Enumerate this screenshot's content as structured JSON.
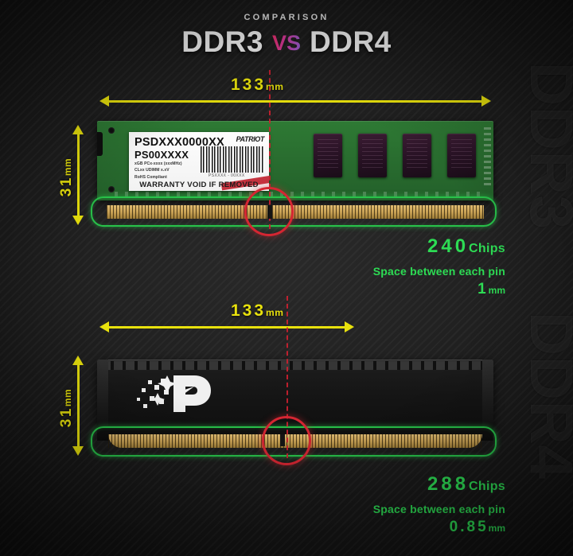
{
  "header": {
    "kicker": "COMPARISON",
    "left_word": "DDR3",
    "vs": "VS",
    "right_word": "DDR4"
  },
  "watermarks": {
    "top": "DDR3",
    "bottom": "DDR4"
  },
  "colors": {
    "dimension_yellow": "#e8e10d",
    "annotation_green": "#2ddc54",
    "highlight_green": "#28c24a",
    "marker_red": "#d52632",
    "background": "#151515",
    "pcb_green": "#2a6f30",
    "pin_gold": "#c9a255"
  },
  "ddr3": {
    "width_value": "133",
    "width_unit": "mm",
    "height_value": "31",
    "height_unit": "mm",
    "chips_count": "240",
    "chips_word": "Chips",
    "pin_space_label": "Space between each pin",
    "pin_space_value": "1",
    "pin_space_unit": "mm",
    "sticker": {
      "part_number": "PSDXXX0000XX",
      "serial": "PS00XXXX",
      "spec_line_1": "xGB PCx-xxxx (xxxMHz)",
      "spec_line_2": "CLxx UDIMM x.xV",
      "spec_line_3": "RoHS Compliant",
      "brand": "PATRIOT",
      "barcode_number": "PSXXXX - 00XXX",
      "warranty": "WARRANTY VOID IF REMOVED"
    }
  },
  "ddr4": {
    "width_value": "133",
    "width_unit": "mm",
    "height_value": "31",
    "height_unit": "mm",
    "chips_count": "288",
    "chips_word": "Chips",
    "pin_space_label": "Space between each pin",
    "pin_space_value": "0.85",
    "pin_space_unit": "mm",
    "heatsink_logo": "patriot-p-logo"
  }
}
